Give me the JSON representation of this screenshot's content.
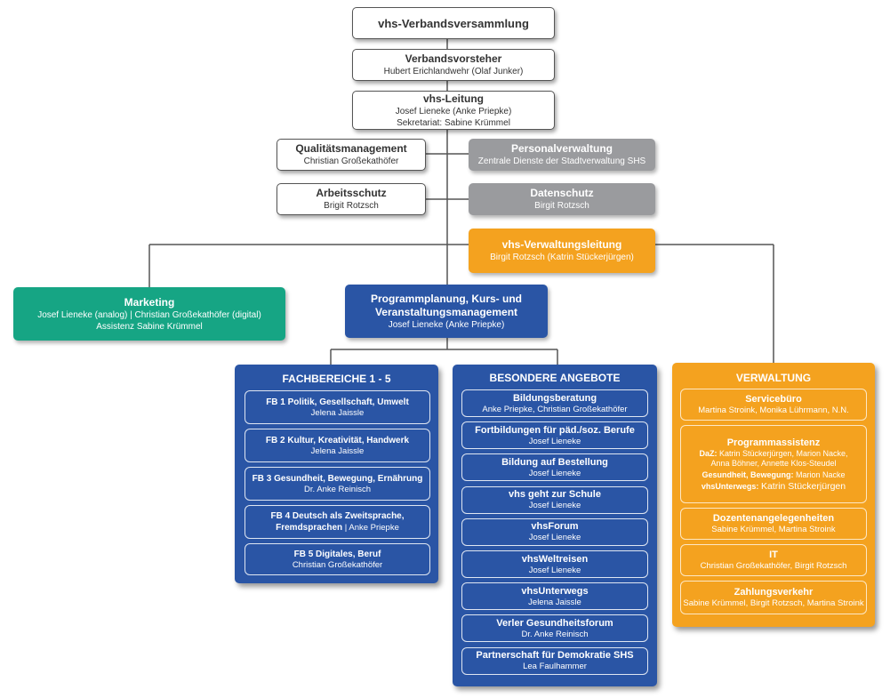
{
  "top": {
    "assembly": {
      "title": "vhs-Verbandsversammlung"
    },
    "chair": {
      "title": "Verbandsvorsteher",
      "person": "Hubert Erichlandwehr (Olaf Junker)"
    },
    "leitung": {
      "title": "vhs-Leitung",
      "person": "Josef Lieneke (Anke Priepke)",
      "secretary": "Sekretariat: Sabine Krümmel"
    }
  },
  "staff": {
    "qm": {
      "title": "Qualitätsmanagement",
      "person": "Christian Großekathöfer"
    },
    "personal": {
      "title": "Personalverwaltung",
      "person": "Zentrale Dienste der Stadtverwaltung SHS"
    },
    "arbeitsschutz": {
      "title": "Arbeitsschutz",
      "person": "Brigit Rotzsch"
    },
    "datenschutz": {
      "title": "Datenschutz",
      "person": "Birgit Rotzsch"
    }
  },
  "verwaltungsleitung": {
    "title": "vhs-Verwaltungsleitung",
    "person": "Birgit Rotzsch (Katrin Stückerjürgen)"
  },
  "marketing": {
    "title": "Marketing",
    "line1": "Josef Lieneke (analog) | Christian Großekathöfer (digital)",
    "line2": "Assistenz Sabine Krümmel"
  },
  "programm": {
    "title1": "Programmplanung, Kurs- und",
    "title2": "Veranstaltungsmanagement",
    "person": "Josef Lieneke (Anke Priepke)"
  },
  "fachbereiche": {
    "title": "FACHBEREICHE  1 - 5",
    "items": [
      {
        "code": "FB 1",
        "name": "Politik, Gesellschaft, Umwelt",
        "person": "Jelena Jaissle"
      },
      {
        "code": "FB 2",
        "name": "Kultur, Kreativität, Handwerk",
        "person": "Jelena Jaissle"
      },
      {
        "code": "FB 3",
        "name": "Gesundheit, Bewegung, Ernährung",
        "person": "Dr. Anke Reinisch"
      },
      {
        "code": "FB 4",
        "name": "Deutsch als Zweitsprache,",
        "name2": "Fremdsprachen",
        "person": "| Anke Priepke"
      },
      {
        "code": "FB 5",
        "name": "Digitales, Beruf",
        "person": "Christian Großekathöfer"
      }
    ]
  },
  "besondere": {
    "title": "BESONDERE ANGEBOTE",
    "items": [
      {
        "name": "Bildungsberatung",
        "person": "Anke Priepke, Christian Großekathöfer"
      },
      {
        "name": "Fortbildungen für päd./soz. Berufe",
        "person": "Josef Lieneke"
      },
      {
        "name": "Bildung auf Bestellung",
        "person": "Josef Lieneke"
      },
      {
        "name": "vhs geht zur Schule",
        "person": "Josef Lieneke"
      },
      {
        "name": "vhsForum",
        "person": "Josef Lieneke"
      },
      {
        "name": "vhsWeltreisen",
        "person": "Josef Lieneke"
      },
      {
        "name": "vhsUnterwegs",
        "person": "Jelena Jaissle"
      },
      {
        "name": "Verler Gesundheitsforum",
        "person": "Dr. Anke Reinisch"
      },
      {
        "name": "Partnerschaft für Demokratie SHS",
        "person": "Lea Faulhammer"
      }
    ]
  },
  "verwaltung": {
    "title": "VERWALTUNG",
    "servicebuero": {
      "name": "Servicebüro",
      "person": "Martina Stroink, Monika Lührmann, N.N."
    },
    "programmassistenz": {
      "name": "Programmassistenz",
      "daz_label": "DaZ:",
      "daz_line1": "Katrin Stückerjürgen, Marion Nacke,",
      "daz_line2": "Anna Böhner, Annette Klos-Steudel",
      "gb_label": "Gesundheit, Bewegung:",
      "gb_person": "Marion Nacke",
      "vu_label": "vhsUnterwegs:",
      "vu_person": "Katrin Stückerjürgen"
    },
    "dozenten": {
      "name": "Dozentenangelegenheiten",
      "person": "Sabine Krümmel, Martina Stroink"
    },
    "it": {
      "name": "IT",
      "person": "Christian Großekathöfer, Birgit Rotzsch"
    },
    "zahlung": {
      "name": "Zahlungsverkehr",
      "person": "Sabine Krümmel, Birgit Rotzsch, Martina Stroink"
    }
  },
  "colors": {
    "blue": "#2a55a5",
    "orange": "#f4a21f",
    "teal": "#16a584",
    "gray": "#9a9b9e",
    "line": "#555555"
  }
}
